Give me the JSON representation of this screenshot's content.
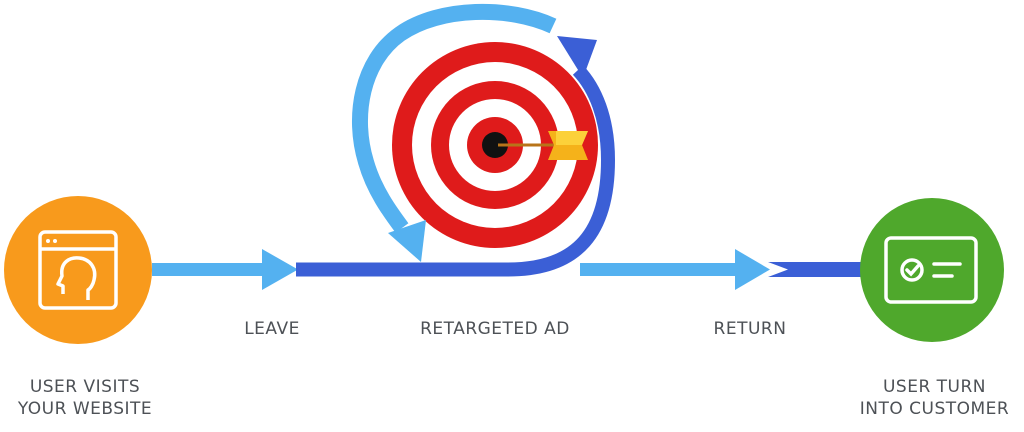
{
  "labels": {
    "leave": "LEAVE",
    "retargeted_ad": "RETARGETED AD",
    "return": "RETURN",
    "visits_line1": "USER VISITS",
    "visits_line2": "YOUR WEBSITE",
    "customer_line1": "USER TURN",
    "customer_line2": "INTO CUSTOMER"
  },
  "colors": {
    "orange": "#f89a1c",
    "green": "#4fa82c",
    "light_blue": "#54b1f0",
    "dark_blue": "#3b5fd6",
    "target_red": "#df1b1b",
    "text_gray": "#4d5156"
  },
  "icons": {
    "start": "browser-user-icon",
    "end": "checked-card-icon",
    "center": "target-dart-icon"
  }
}
